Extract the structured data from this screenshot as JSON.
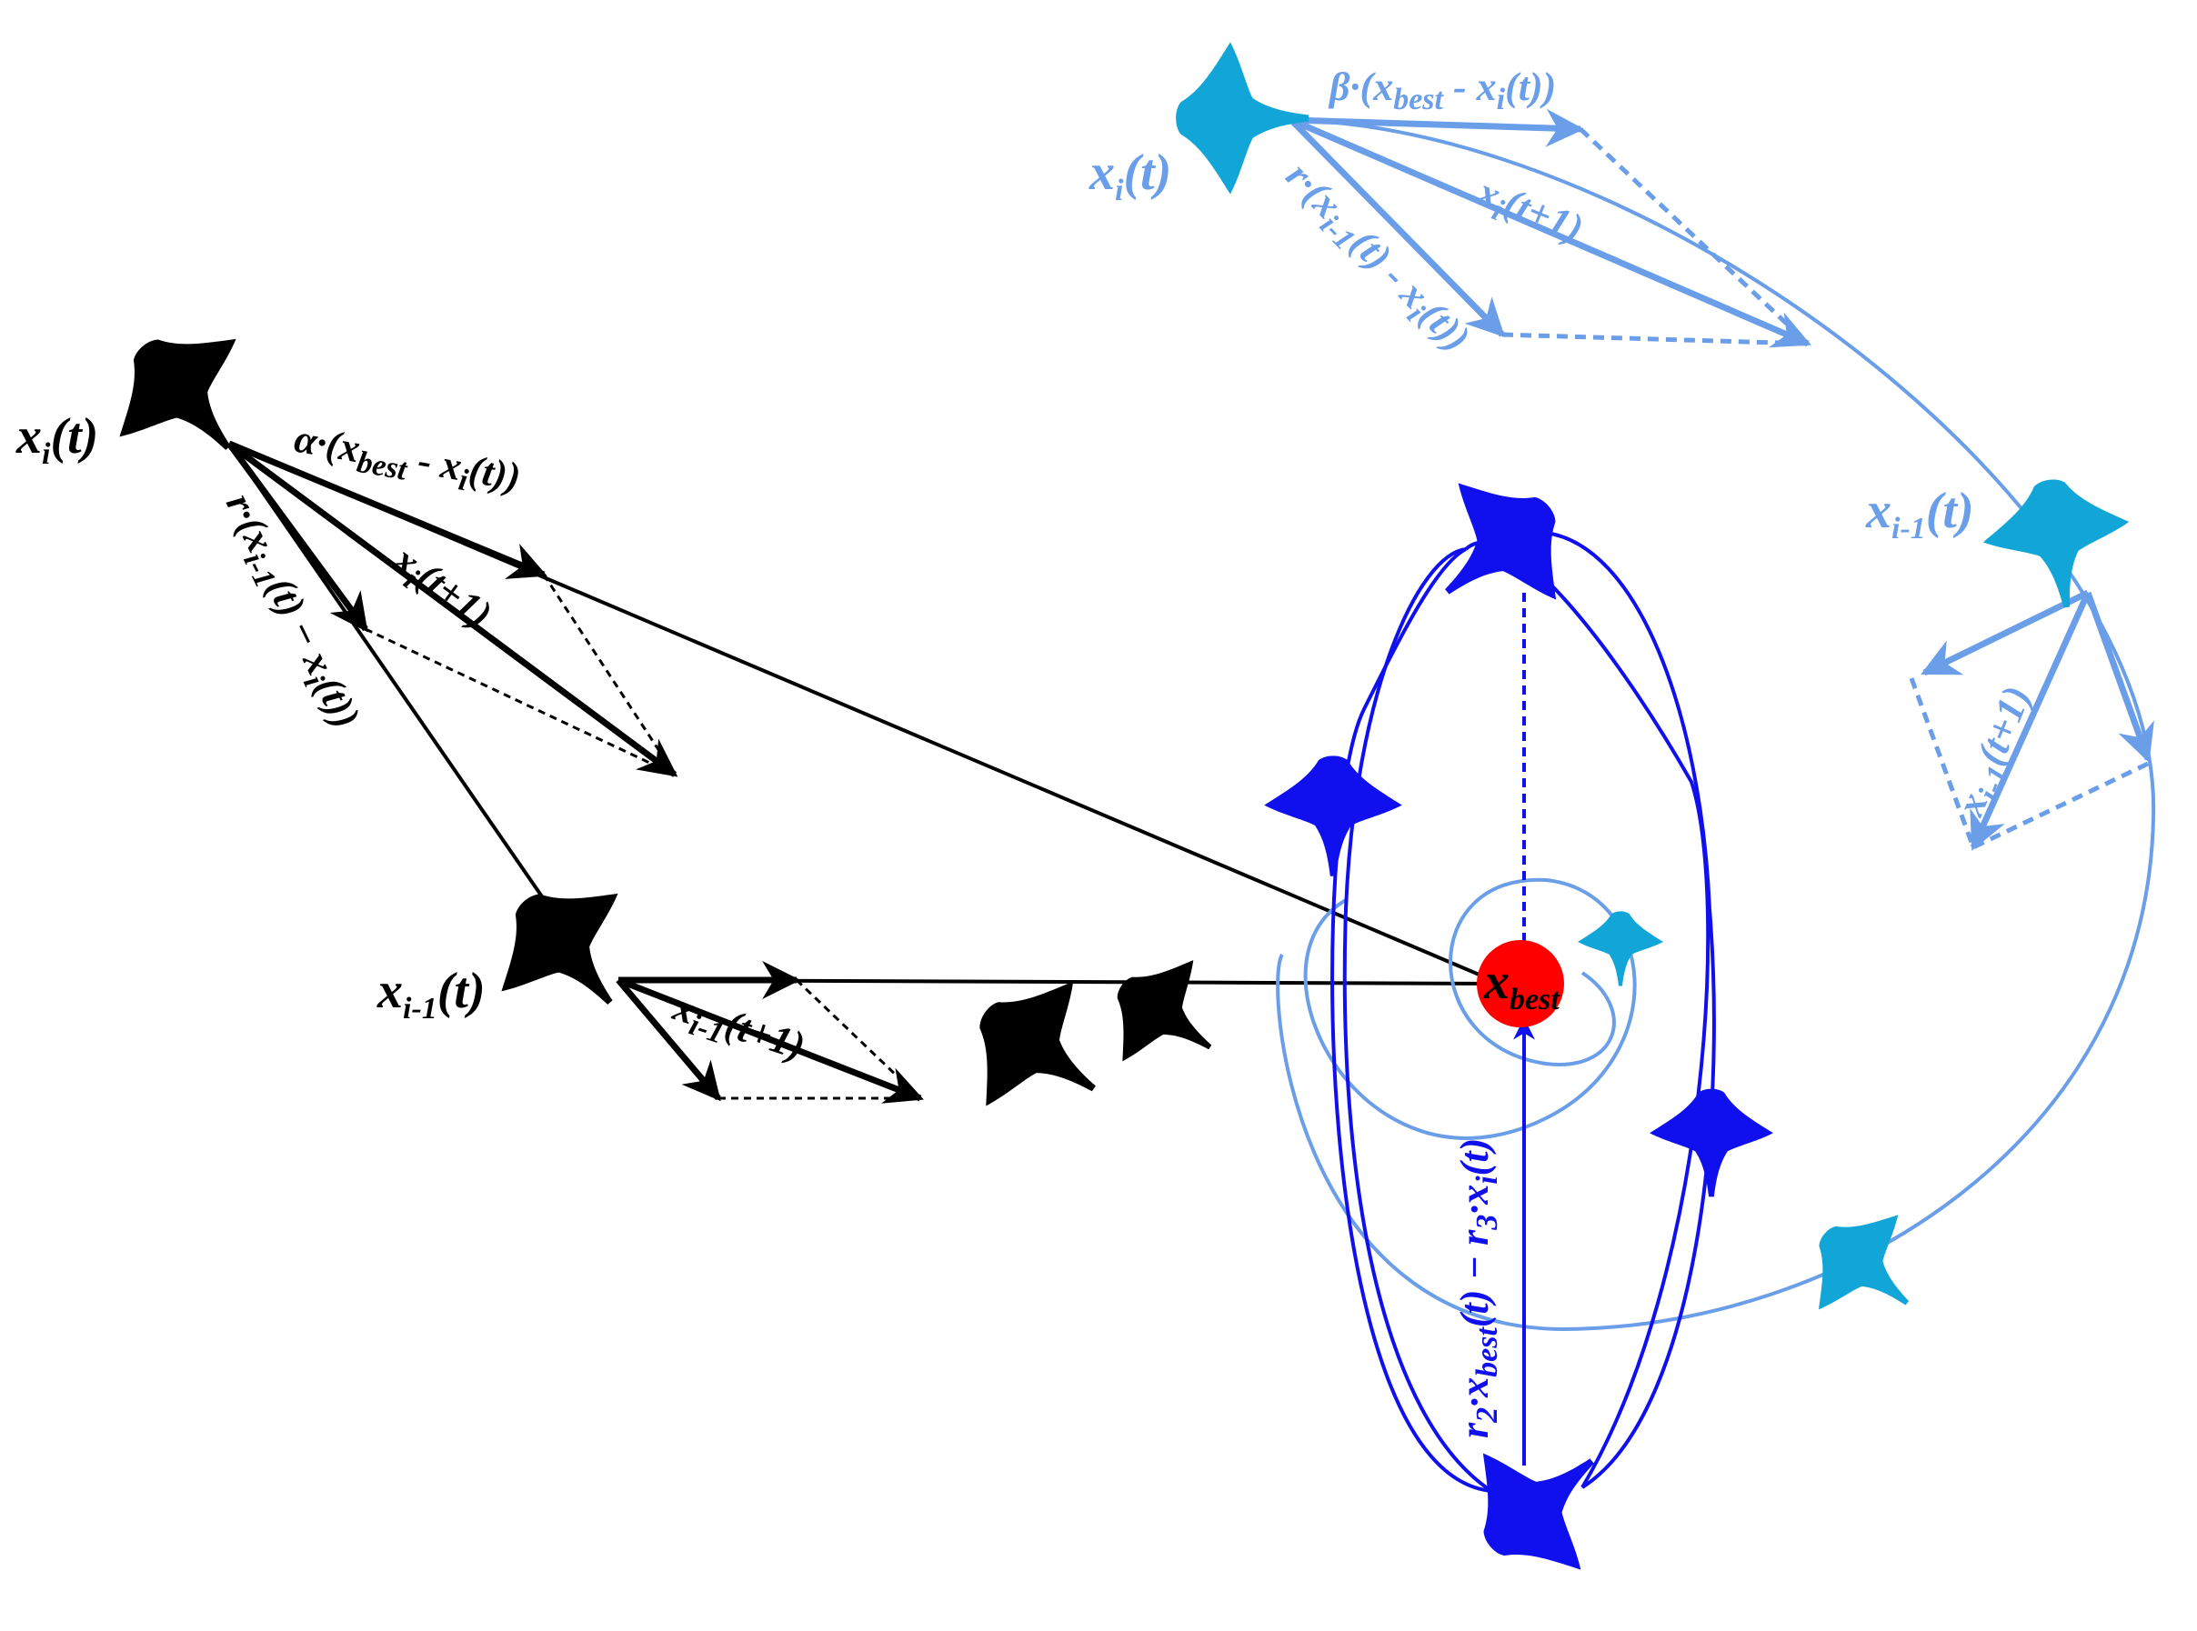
{
  "colors": {
    "black": "#000000",
    "light_blue": "#6a9ee8",
    "cyan": "#12a6d8",
    "blue": "#1010ee",
    "red": "#ff0000"
  },
  "labels": {
    "black_xi_base": "x",
    "black_xi_sub": "i",
    "black_xi_rest": "(t)",
    "black_xim1_base": "x",
    "black_xim1_sub": "i-1",
    "black_xim1_rest": "(t)",
    "alpha_prefix": "α·(x",
    "alpha_sub": "best",
    "alpha_mid": " - x",
    "alpha_sub2": "i",
    "alpha_suffix": "(t))",
    "black_r_prefix": "r·(x",
    "black_r_sub": "i-1",
    "black_r_mid": "(t) − x",
    "black_r_sub2": "i",
    "black_r_suffix": "(t))",
    "black_next_base": "x",
    "black_next_sub": "i",
    "black_next_rest": "(t+1)",
    "black_next2_base": "x",
    "black_next2_sub": "i-1",
    "black_next2_rest": "(t+1)",
    "lb_xi_base": "x",
    "lb_xi_sub": "i",
    "lb_xi_rest": "(t)",
    "beta_prefix": "β·(x",
    "beta_sub": "best",
    "beta_mid": " - x",
    "beta_sub2": "i",
    "beta_suffix": "(t))",
    "lb_r_prefix": "r·(x",
    "lb_r_sub": "i-1",
    "lb_r_mid": "(t) - x",
    "lb_r_sub2": "i",
    "lb_r_suffix": "(t))",
    "lb_next_base": "x",
    "lb_next_sub": "i",
    "lb_next_rest": "(t+1)",
    "lb_xim1_base": "x",
    "lb_xim1_sub": "i-1",
    "lb_xim1_rest": "(t)",
    "lb_next2_base": "x",
    "lb_next2_sub": "i-1",
    "lb_next2_rest": "(t+1)",
    "xbest_base": "x",
    "xbest_sub": "best",
    "somer_r2": "r",
    "somer_r2_sub": "2",
    "somer_mid": "·x",
    "somer_best_sub": "best",
    "somer_mid2": "(t) − r",
    "somer_r3_sub": "3",
    "somer_mid3": "·x",
    "somer_i_sub": "i",
    "somer_suffix": "(t)"
  }
}
